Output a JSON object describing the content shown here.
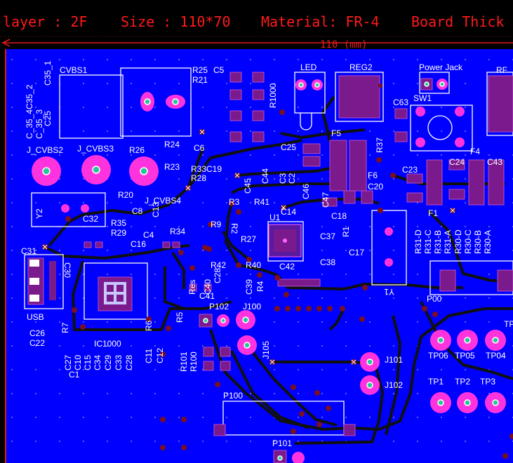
{
  "header": {
    "layer": "layer : 2F",
    "size": "Size : 110*70",
    "material": "Material: FR-4",
    "thickness": "Board Thick"
  },
  "dimension": {
    "width_label": "110 (mm)"
  },
  "labels": {
    "CVBS1": "CVBS1",
    "R25": "R25",
    "C5": "C5",
    "R21": "R21",
    "R1000": "R1000",
    "LED": "LED",
    "REG2": "REG2",
    "PowerJack": "Power Jack",
    "RF": "RF",
    "SW1": "SW1",
    "C63": "C63",
    "C25": "C25",
    "F5": "F5",
    "R37": "R37",
    "F4": "F4",
    "F6": "F6",
    "C23": "C23",
    "C24": "C24",
    "C43": "C43",
    "C20": "C20",
    "F1": "F1",
    "C35group": "C_35_4C35_2",
    "C35_1": "C35_1",
    "C35_3": "C_35_3",
    "C25b": "C25",
    "J_CVBS2": "J_CVBS2",
    "J_CVBS3": "J_CVBS3",
    "R26": "R26",
    "R24": "R24",
    "C6": "C6",
    "R23": "R23",
    "R33C19": "R33C19",
    "R28": "R28",
    "C44": "C44",
    "C3": "C3",
    "C2": "C2",
    "C45": "C45",
    "C46": "C46",
    "C47": "C47",
    "R20": "R20",
    "Y2": "Y2",
    "C8": "C8",
    "C13": "C13",
    "J_CVBS4": "J_CVBS4",
    "R3": "R3",
    "R41": "R41",
    "C14": "C14",
    "C18": "C18",
    "C32": "C32",
    "R35": "R35",
    "R29": "R29",
    "R34": "R34",
    "R9": "R9",
    "R2": "R2",
    "U1": "U1",
    "C37": "C37",
    "R1": "R1",
    "C4": "C4",
    "C16": "C16",
    "R27": "R27",
    "C17": "C17",
    "C31": "C31",
    "C30": "C30",
    "C42": "C42",
    "C38": "C38",
    "R42": "R42",
    "R40": "R40",
    "Res": "Res",
    "C40": "C40",
    "C28b": "C28",
    "C39": "C39",
    "R4": "R4",
    "Y1": "Y1",
    "C41": "C41",
    "P00": "P00",
    "R31D": "R31-D",
    "R31C": "R31-C",
    "R31B": "R31-B",
    "R31A": "R31-A",
    "R30D": "R30-D",
    "R30C": "R30-C",
    "R30B": "R30-B",
    "R30A": "R30-A",
    "R5": "R5",
    "P102": "P102",
    "J100": "J100",
    "USB": "USB",
    "R7": "R7",
    "R6": "R6",
    "C26": "C26",
    "C22": "C22",
    "IC1000": "IC1000",
    "C27": "C27",
    "C10": "C10",
    "C15": "C15",
    "C34": "C34",
    "C29": "C29",
    "C33": "C33",
    "C28": "C28",
    "C11": "C11",
    "C12": "C12",
    "C1": "C1",
    "R101": "R101",
    "R100": "R100",
    "J105": "J105",
    "J101": "J101",
    "J102": "J102",
    "TP06": "TP06",
    "TP05": "TP05",
    "TP04": "TP04",
    "TP": "TP",
    "TP1": "TP1",
    "TP2": "TP2",
    "TP3": "TP3",
    "P100": "P100",
    "P101": "P101"
  },
  "colors": {
    "board": "#0000ff",
    "background": "#000000",
    "header_text": "#ff1a1a",
    "silkscreen": "#ffffff",
    "pad_smd": "#7b1a8c",
    "pad_thru": "#ff33dd",
    "pad_center": "#24c99a",
    "trace": "#101010",
    "via": "#7a0f20"
  }
}
